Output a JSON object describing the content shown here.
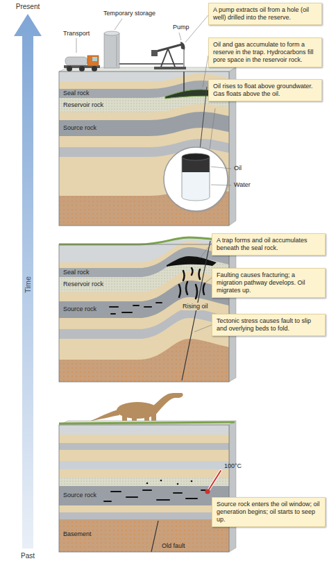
{
  "diagram": {
    "nodes": [
      {
        "text": [
          "A pump extracts oil from a hole (oil well) drilled into the reserve."
        ]
      },
      {
        "text": [
          "Oil and gas accumulate to form a reserve in the trap. Hydrocarbons fill pore space in the reservoir rock."
        ]
      },
      {
        "text": [
          "Oil rises to float above groundwater. Gas floats above the oil."
        ]
      },
      {
        "text": [
          "A trap forms and oil accumulates beneath the seal rock."
        ]
      },
      {
        "text": [
          "Faulting causes fracturing; a migration pathway develops. Oil migrates up."
        ]
      },
      {
        "text": [
          "Tectonic stress causes fault to slip and overlying beds to fold."
        ]
      },
      {
        "text": [
          "Source rock enters the oil window; oil generation begins; oil starts to seep up."
        ]
      }
    ],
    "labels": [
      "Present",
      "Time",
      "Past",
      "Transport",
      "Temporary storage",
      "Pump",
      "Seal rock",
      "Reservoir rock",
      "Source rock",
      "Oil",
      "Water",
      "Seal rock",
      "Reservoir rock",
      "Source rock",
      "Rising oil",
      "100°C",
      "Source rock",
      "Basement",
      "Old fault"
    ]
  }
}
